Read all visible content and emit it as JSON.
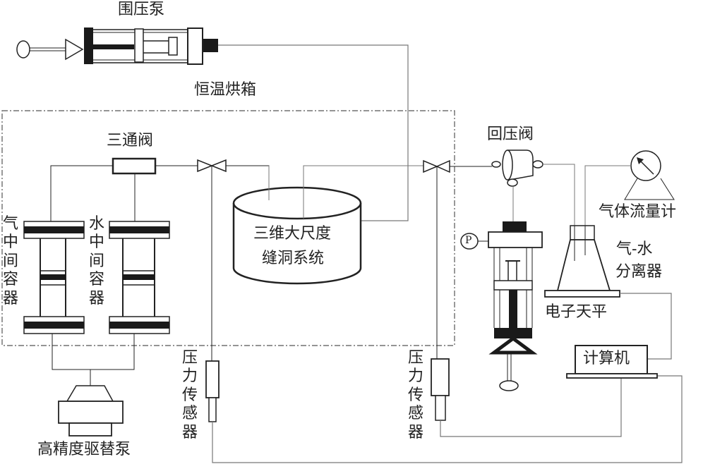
{
  "labels": {
    "confining_pump": "围压泵",
    "oven": "恒温烘箱",
    "three_way_valve": "三通阀",
    "gas_container": "气中间容器",
    "water_container": "水中间容器",
    "displacement_pump": "高精度驱替泵",
    "pressure_sensor_left": "压力传感器",
    "pressure_sensor_right": "压力传感器",
    "fracture_cave_line1": "三维大尺度",
    "fracture_cave_line2": "缝洞系统",
    "back_pressure_valve": "回压阀",
    "gas_flowmeter": "气体流量计",
    "separator_line1": "气-水",
    "separator_line2": "分离器",
    "balance": "电子天平",
    "computer": "计算机",
    "gauge_symbol": "P"
  },
  "colors": {
    "line": "#222222",
    "pipe": "#777777",
    "fill_dark": "#1a1a1a",
    "oven_border": "#555555"
  }
}
